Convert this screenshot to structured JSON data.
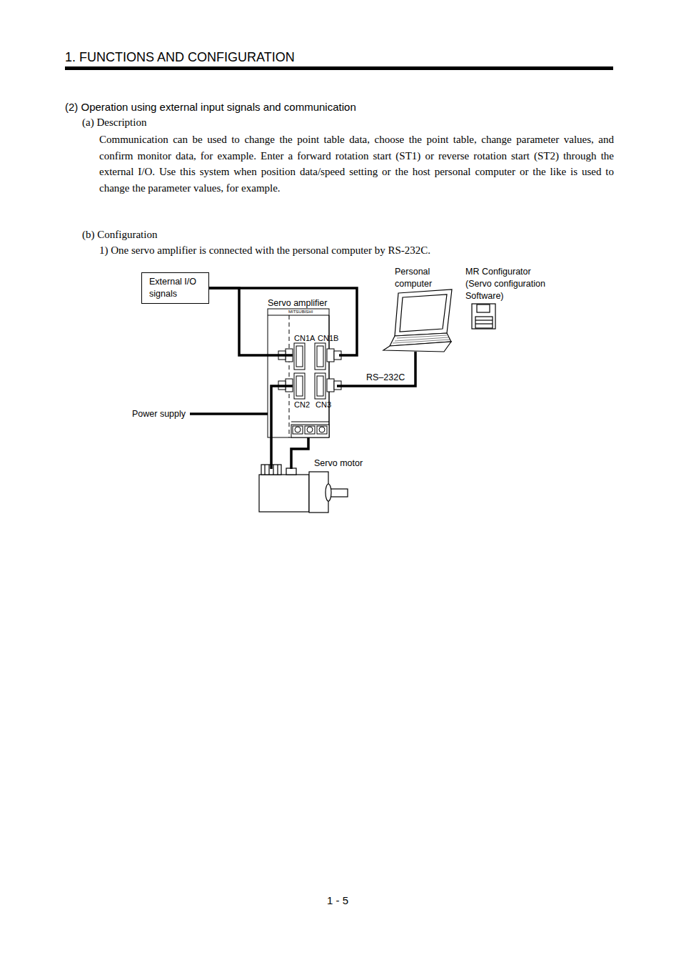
{
  "diagram": {
    "title": "1. FUNCTIONS AND CONFIGURATION",
    "nodes": [
      {
        "text": [
          "External I/O signals"
        ]
      },
      {
        "text": [
          "Personal computer"
        ]
      },
      {
        "text": [
          "MR Configurator (Servo configuration Software)"
        ]
      },
      {
        "text": [
          "Servo amplifier"
        ]
      },
      {
        "text": [
          "CN1A"
        ],
        "in": 3
      },
      {
        "text": [
          "CN1B"
        ],
        "in": 3
      },
      {
        "text": [
          "CN2"
        ],
        "in": 3
      },
      {
        "text": [
          "CN3"
        ],
        "in": 3
      },
      {
        "text": [
          "Servo motor"
        ]
      }
    ],
    "edges": [
      {
        "from": 0,
        "to": 4,
        "arrow": "none"
      },
      {
        "from": 0,
        "to": 5,
        "arrow": "none"
      },
      {
        "from": 1,
        "to": 7,
        "label": "RS–232C",
        "arrow": "none"
      },
      {
        "from": 8,
        "to": 6,
        "arrow": "none"
      },
      {
        "from": 8,
        "to": 3,
        "arrow": "none"
      }
    ],
    "labels": [
      "(2) Operation using external input signals and communication",
      "(a) Description",
      "Communication can be used to change the point table data, choose the point table, change parameter values, and confirm monitor data, for example. Enter a forward rotation start (ST1) or reverse rotation start (ST2) through the external I/O. Use this system when position data/speed setting or the host personal computer or the like is used to change the parameter values, for example.",
      "(b) Configuration",
      "1) One servo amplifier is connected with the personal computer by RS-232C.",
      "MITSUBISHI",
      "Power supply",
      "1 - 5"
    ]
  }
}
